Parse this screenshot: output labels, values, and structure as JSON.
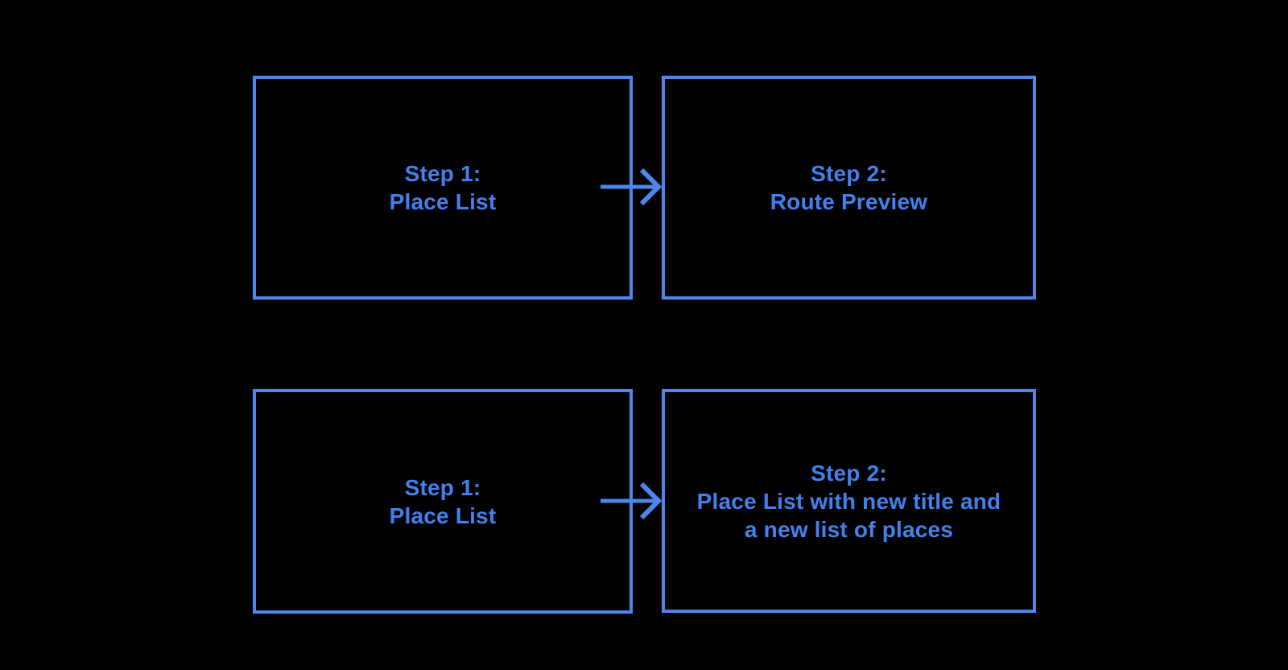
{
  "style": {
    "background": "#000000",
    "box_border_color": "#4e86ec",
    "arrow_color": "#4e86ec",
    "text_color": "#4181f1"
  },
  "flows": [
    {
      "from": {
        "lines": [
          "Step 1:",
          "Place List"
        ]
      },
      "to": {
        "lines": [
          "Step 2:",
          "Route Preview"
        ]
      }
    },
    {
      "from": {
        "lines": [
          "Step 1:",
          "Place List"
        ]
      },
      "to": {
        "lines": [
          "Step 2:",
          "Place List with new title and",
          "a new list of places"
        ]
      }
    }
  ]
}
